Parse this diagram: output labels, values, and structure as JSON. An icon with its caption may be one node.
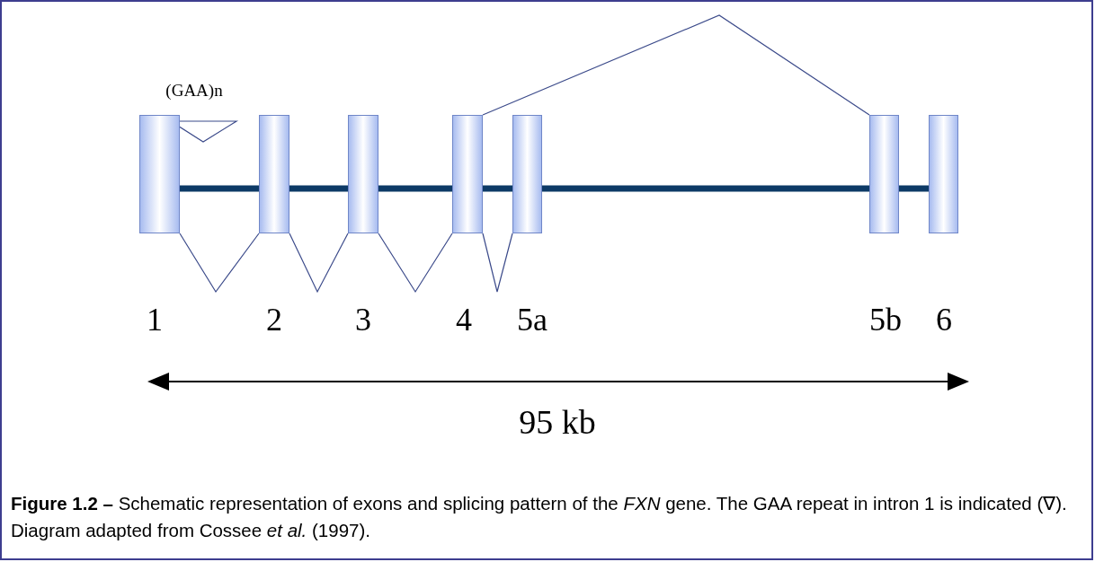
{
  "diagram": {
    "caption": "**Figure 1.2 –** Schematic representation of exons and splicing pattern of the *FXN* gene. The GAA repeat in intron 1 is indicated (∇). Diagram adapted from Cossee *et al.* (1997).",
    "nodes": [
      {
        "text": [],
        "shape": "box",
        "beside": [
          "1"
        ]
      },
      {
        "text": [],
        "shape": "box",
        "beside": [
          "2"
        ]
      },
      {
        "text": [],
        "shape": "box",
        "beside": [
          "3"
        ]
      },
      {
        "text": [],
        "shape": "box",
        "beside": [
          "4"
        ]
      },
      {
        "text": [],
        "shape": "box",
        "beside": [
          "5a"
        ]
      },
      {
        "text": [],
        "shape": "box",
        "beside": [
          "5b"
        ]
      },
      {
        "text": [],
        "shape": "box",
        "beside": [
          "6"
        ]
      }
    ],
    "edges": [
      {
        "from": 0,
        "to": 1,
        "arrow": "none"
      },
      {
        "from": 1,
        "to": 2,
        "arrow": "none"
      },
      {
        "from": 2,
        "to": 3,
        "arrow": "none"
      },
      {
        "from": 3,
        "to": 4,
        "arrow": "none"
      },
      {
        "from": 3,
        "to": 5,
        "arrow": "none"
      }
    ],
    "labels": [
      "(GAA)n",
      "95 kb"
    ]
  }
}
